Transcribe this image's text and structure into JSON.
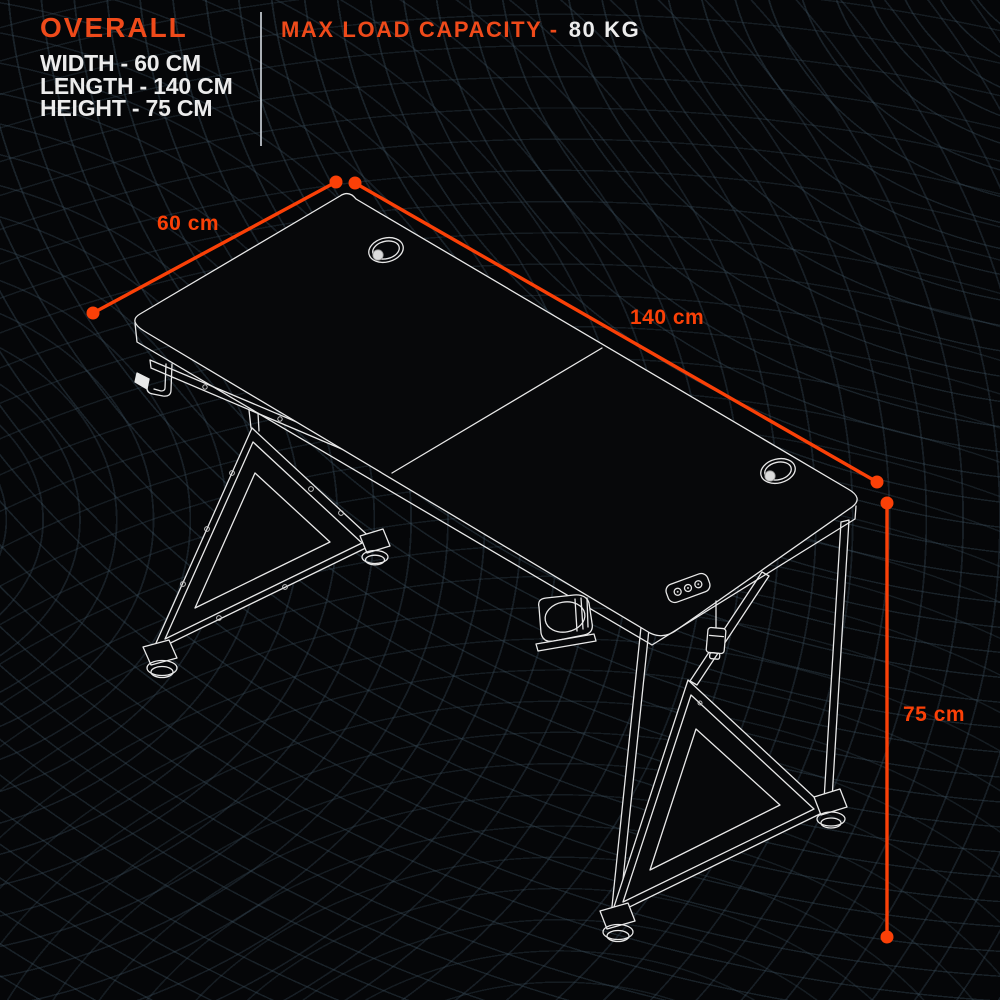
{
  "colors": {
    "background": "#050608",
    "contour_line": "#16202a",
    "line_art": "#e8e8e8",
    "accent": "#ef4a1a",
    "dim_accent": "#fa4007",
    "text": "#ececec"
  },
  "header": {
    "left": {
      "title": "OVERALL",
      "specs": [
        "WIDTH - 60 CM",
        "LENGTH - 140 CM",
        "HEIGHT - 75 CM"
      ]
    },
    "right": {
      "label": "MAX LOAD CAPACITY -",
      "value": "80 KG"
    }
  },
  "diagram": {
    "description": "isometric white line drawing of a gaming desk with K-shaped triangular legs, headphone hook, cup holder, control panel and cable grommets",
    "dimension_labels": {
      "width": "60 cm",
      "length": "140 cm",
      "height": "75 cm"
    }
  }
}
